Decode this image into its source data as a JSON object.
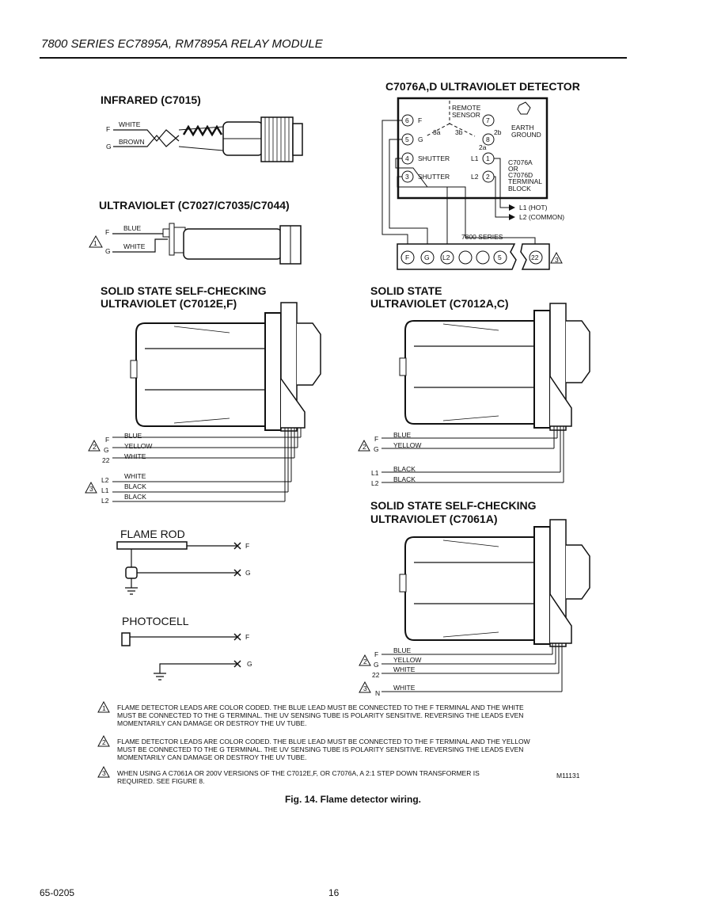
{
  "header": {
    "title": "7800 SERIES EC7895A, RM7895A RELAY MODULE"
  },
  "sections": {
    "infrared": {
      "title": "INFRARED (C7015)",
      "wire_f": "F",
      "wire_g": "G",
      "white": "WHITE",
      "brown": "BROWN"
    },
    "ultraviolet": {
      "title": "ULTRAVIOLET (C7027/C7035/C7044)",
      "f": "F",
      "g": "G",
      "note": "1",
      "blue": "BLUE",
      "white": "WHITE"
    },
    "c7076": {
      "title": "C7076A,D ULTRAVIOLET DETECTOR",
      "remote_sensor": [
        "REMOTE",
        "SENSOR"
      ],
      "earth_ground": [
        "EARTH",
        "GROUND"
      ],
      "terminals": {
        "t6": "6",
        "t7": "7",
        "t5": "5",
        "t8": "8",
        "t4": "4",
        "t1": "1",
        "t3": "3",
        "t2": "2"
      },
      "term_labels": {
        "f": "F",
        "g": "G",
        "shutter1": "SHUTTER",
        "shutter2": "SHUTTER",
        "l1": "L1",
        "l2": "L2",
        "a3": "3a",
        "b3": "3b",
        "b2": "2b",
        "a2": "2a"
      },
      "block": [
        "C7076A",
        "OR",
        "C7076D",
        "TERMINAL",
        "BLOCK"
      ],
      "l1_hot": "L1 (HOT)",
      "l2_common": "L2 (COMMON)",
      "series": "7800 SERIES",
      "strip": {
        "f": "F",
        "g": "G",
        "l2": "L2",
        "five": "5",
        "t22": "22"
      },
      "note": "3"
    },
    "c7012ef": {
      "title": [
        "SOLID STATE SELF-CHECKING",
        "ULTRAVIOLET (C7012E,F)"
      ],
      "leads_top": [
        {
          "term": "F",
          "color": "BLUE"
        },
        {
          "term": "G",
          "color": "YELLOW"
        },
        {
          "term": "22",
          "color": "WHITE"
        }
      ],
      "leads_bottom": [
        {
          "term": "L2",
          "color": "WHITE"
        },
        {
          "term": "L1",
          "color": "BLACK"
        },
        {
          "term": "L2",
          "color": "BLACK"
        }
      ],
      "note_top": "2",
      "note_bottom": "3"
    },
    "c7012ac": {
      "title": [
        "SOLID STATE",
        "ULTRAVIOLET (C7012A,C)"
      ],
      "leads_top": [
        {
          "term": "F",
          "color": "BLUE"
        },
        {
          "term": "G",
          "color": "YELLOW"
        }
      ],
      "leads_bottom": [
        {
          "term": "L1",
          "color": "BLACK"
        },
        {
          "term": "L2",
          "color": "BLACK"
        }
      ],
      "note_top": "2"
    },
    "c7061a": {
      "title": [
        "SOLID STATE SELF-CHECKING",
        "ULTRAVIOLET (C7061A)"
      ],
      "leads": [
        {
          "term": "F",
          "color": "BLUE"
        },
        {
          "term": "G",
          "color": "YELLOW"
        },
        {
          "term": "22",
          "color": "WHITE"
        },
        {
          "term": "N",
          "color": "WHITE"
        }
      ],
      "note_top": "2",
      "note_bottom": "3"
    },
    "flame_rod": {
      "title": "FLAME ROD",
      "f": "F",
      "g": "G"
    },
    "photocell": {
      "title": "PHOTOCELL",
      "f": "F",
      "g": "G"
    }
  },
  "notes": [
    {
      "num": "1",
      "lines": [
        "FLAME DETECTOR LEADS ARE COLOR CODED.  THE BLUE LEAD MUST BE CONNECTED TO THE F TERMINAL AND THE WHITE",
        "MUST BE CONNECTED TO THE G TERMINAL.  THE UV SENSING TUBE IS POLARITY SENSITIVE.  REVERSING THE LEADS EVEN",
        "MOMENTARILY CAN DAMAGE OR DESTROY THE UV TUBE."
      ]
    },
    {
      "num": "2",
      "lines": [
        "FLAME DETECTOR LEADS ARE COLOR CODED.  THE BLUE LEAD MUST BE CONNECTED TO THE F TERMINAL AND THE YELLOW",
        "MUST BE CONNECTED TO THE G TERMINAL.  THE UV SENSING TUBE IS POLARITY SENSITIVE.  REVERSING THE LEADS EVEN",
        "MOMENTARILY CAN DAMAGE OR DESTROY THE UV TUBE."
      ]
    },
    {
      "num": "3",
      "lines": [
        "WHEN USING A C7061A OR 200V VERSIONS OF THE C7012E,F, OR C7076A, A 2:1 STEP DOWN TRANSFORMER IS",
        "REQUIRED. SEE FIGURE 8."
      ]
    }
  ],
  "drawing_id": "M11131",
  "caption": "Fig. 14. Flame detector wiring.",
  "footer": {
    "doc_number": "65-0205",
    "page_number": "16"
  }
}
